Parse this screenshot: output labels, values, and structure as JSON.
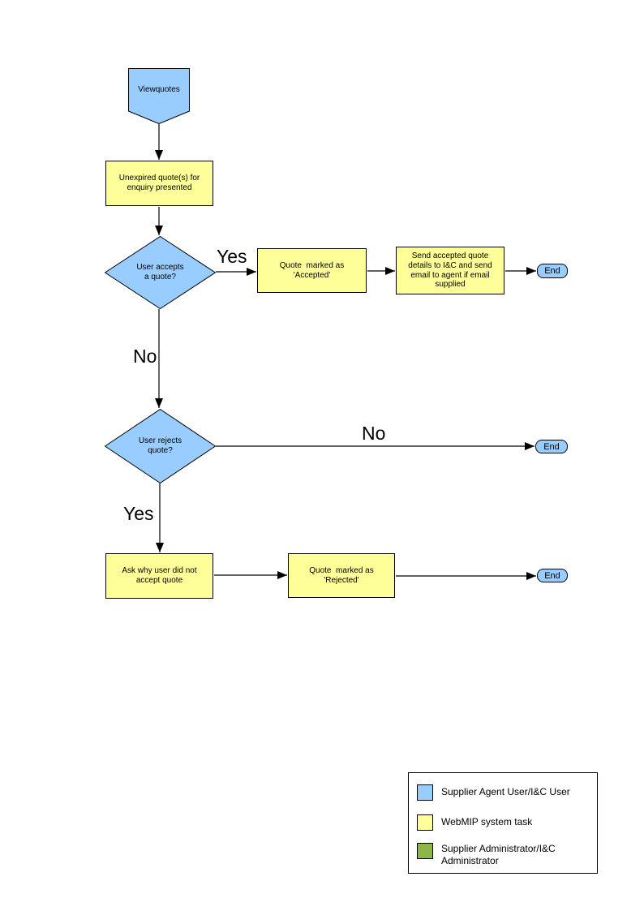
{
  "flowchart": {
    "nodes": {
      "start": "Viewquotes",
      "unexpired": "Unexpired quote(s) for\nenquiry presented",
      "accepts": "User accepts\na quote?",
      "accepted": "Quote  marked as\n'Accepted'",
      "send_details": "Send accepted quote\ndetails to I&C and send\nemail to agent if email\nsupplied",
      "end_accept": "End",
      "rejects": "User rejects\nquote?",
      "end_no_action": "End",
      "ask_why": "Ask why user did not\naccept quote",
      "rejected": "Quote  marked as\n'Rejected'",
      "end_reject": "End"
    },
    "edge_labels": {
      "accepts_yes": "Yes",
      "accepts_no": "No",
      "rejects_no": "No",
      "rejects_yes": "Yes"
    },
    "colors": {
      "user_shape": "#99CCFF",
      "system_shape": "#FFFF99",
      "admin_shape": "#8DB54C",
      "connector": "#000000"
    }
  },
  "legend": {
    "items": [
      {
        "swatch": "#99CCFF",
        "label": "Supplier Agent User/I&C User"
      },
      {
        "swatch": "#FFFF99",
        "label": "WebMIP system task"
      },
      {
        "swatch": "#8DB54C",
        "label": "Supplier Administrator/I&C\nAdministrator"
      }
    ]
  }
}
